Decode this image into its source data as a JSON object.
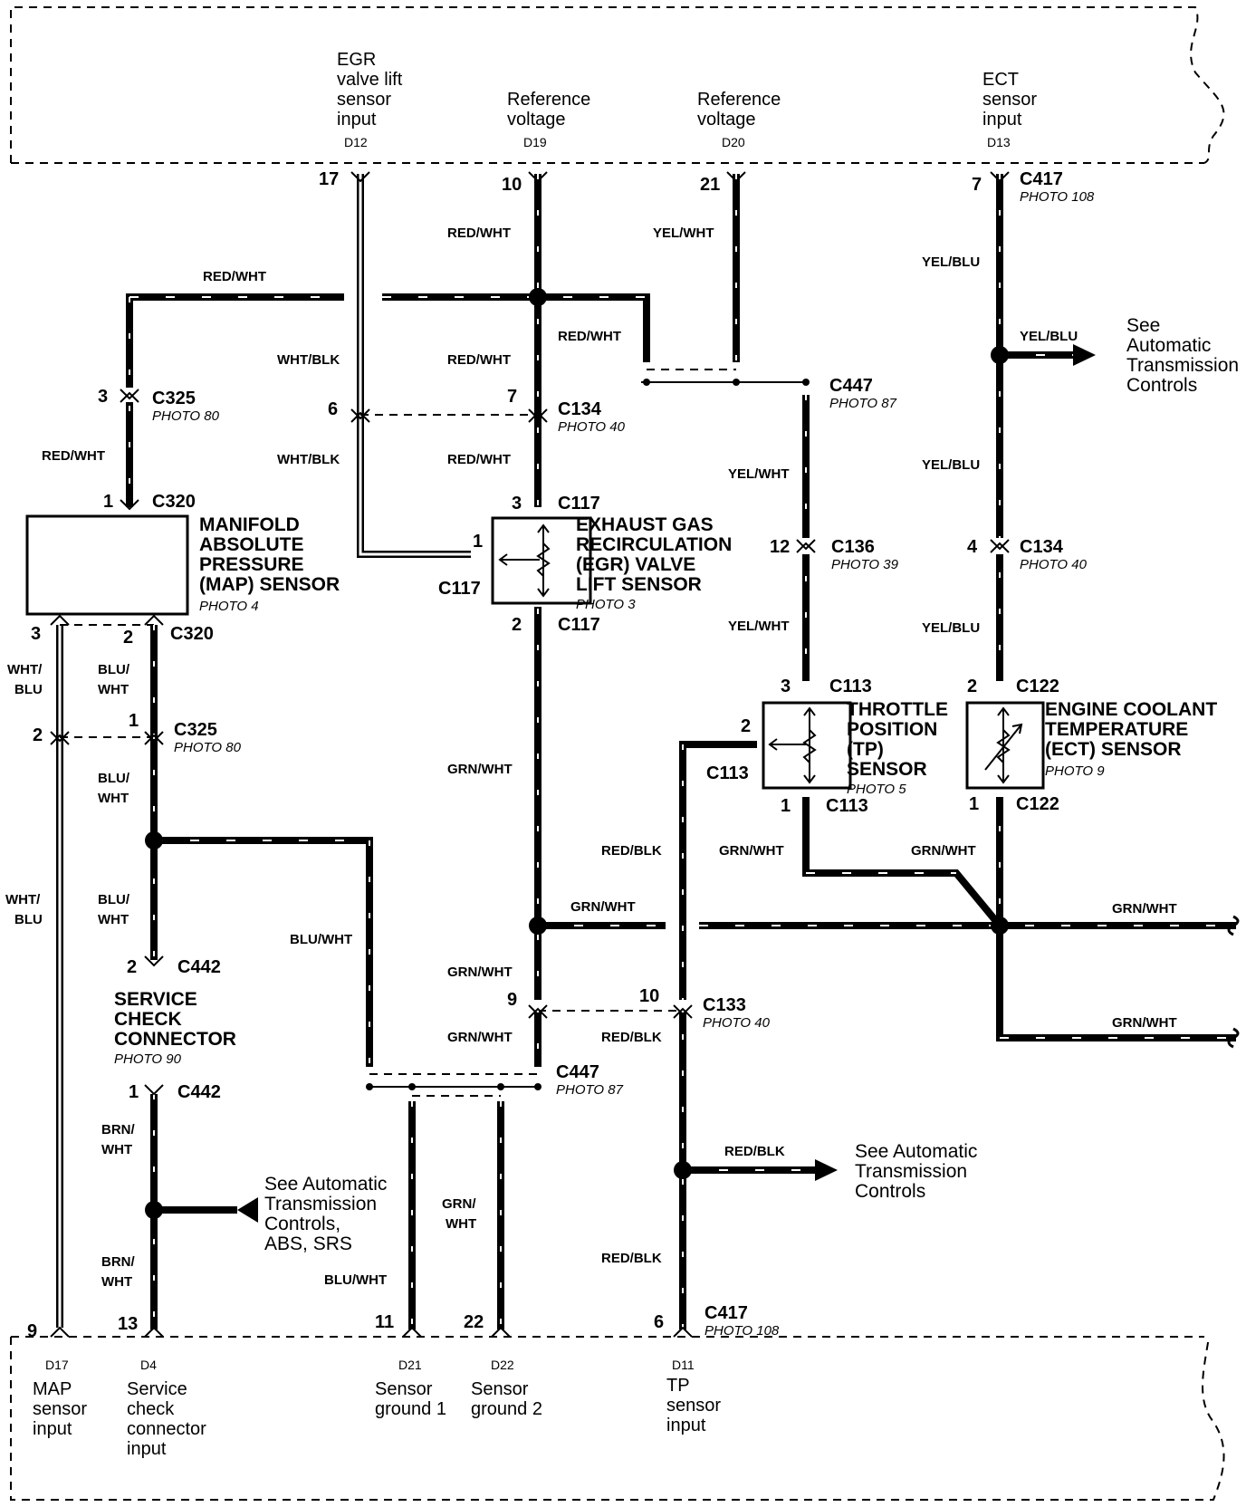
{
  "ecm_top": {
    "d12": {
      "label": [
        "EGR",
        "valve lift",
        "sensor",
        "input"
      ],
      "term": "D12"
    },
    "d19": {
      "label": [
        "Reference",
        "voltage"
      ],
      "term": "D19"
    },
    "d20": {
      "label": [
        "Reference",
        "voltage"
      ],
      "term": "D20"
    },
    "d13": {
      "label": [
        "ECT",
        "sensor",
        "input"
      ],
      "term": "D13"
    }
  },
  "ecm_bottom": {
    "d17": {
      "label": [
        "MAP",
        "sensor",
        "input"
      ],
      "term": "D17"
    },
    "d4": {
      "label": [
        "Service",
        "check",
        "connector",
        "input"
      ],
      "term": "D4"
    },
    "d21": {
      "label": [
        "Sensor",
        "ground 1"
      ],
      "term": "D21"
    },
    "d22": {
      "label": [
        "Sensor",
        "ground 2"
      ],
      "term": "D22"
    },
    "d11": {
      "label": [
        "TP",
        "sensor",
        "input"
      ],
      "term": "D11"
    }
  },
  "pins": {
    "p17": "17",
    "p10": "10",
    "p21": "21",
    "p7a": "7",
    "p3a": "3",
    "p6": "6",
    "p7b": "7",
    "p1a": "1",
    "p3b": "3",
    "p1b": "1",
    "p2a": "2",
    "p3c": "3",
    "p2b": "2",
    "p1c": "1",
    "p2c": "2",
    "p12": "12",
    "p4": "4",
    "p3d": "3",
    "p2d": "2",
    "p2e": "2",
    "p1d": "1",
    "p1e": "1",
    "p2f": "2",
    "p9a": "9",
    "p10b": "10",
    "p1f": "1",
    "p9b": "9",
    "p13": "13",
    "p11": "11",
    "p22": "22",
    "p6b": "6"
  },
  "connectors": {
    "c417a": {
      "name": "C417",
      "photo": "PHOTO 108"
    },
    "c325a": {
      "name": "C325",
      "photo": "PHOTO 80"
    },
    "c134a": {
      "name": "C134",
      "photo": "PHOTO 40"
    },
    "c447a": {
      "name": "C447",
      "photo": "PHOTO 87"
    },
    "c320a": {
      "name": "C320"
    },
    "c117a": {
      "name": "C117"
    },
    "c117b": {
      "name": "C117"
    },
    "c117c": {
      "name": "C117"
    },
    "c320b": {
      "name": "C320"
    },
    "c136": {
      "name": "C136",
      "photo": "PHOTO 39"
    },
    "c134b": {
      "name": "C134",
      "photo": "PHOTO 40"
    },
    "c325b": {
      "name": "C325",
      "photo": "PHOTO 80"
    },
    "c113a": {
      "name": "C113"
    },
    "c113b": {
      "name": "C113"
    },
    "c113c": {
      "name": "C113"
    },
    "c122a": {
      "name": "C122"
    },
    "c122b": {
      "name": "C122"
    },
    "c442a": {
      "name": "C442"
    },
    "c442b": {
      "name": "C442"
    },
    "c133": {
      "name": "C133",
      "photo": "PHOTO 40"
    },
    "c447b": {
      "name": "C447",
      "photo": "PHOTO 87"
    },
    "c417b": {
      "name": "C417",
      "photo": "PHOTO 108"
    }
  },
  "components": {
    "map": {
      "name": [
        "MANIFOLD",
        "ABSOLUTE",
        "PRESSURE",
        "(MAP) SENSOR"
      ],
      "photo": "PHOTO 4"
    },
    "egr": {
      "name": [
        "EXHAUST GAS",
        "RECIRCULATION",
        "(EGR) VALVE",
        "LIFT SENSOR"
      ],
      "photo": "PHOTO 3"
    },
    "tp": {
      "name": [
        "THROTTLE",
        "POSITION",
        "(TP)",
        "SENSOR"
      ],
      "photo": "PHOTO 5"
    },
    "ect": {
      "name": [
        "ENGINE COOLANT",
        "TEMPERATURE",
        "(ECT) SENSOR"
      ],
      "photo": "PHOTO 9"
    },
    "scc": {
      "name": [
        "SERVICE",
        "CHECK",
        "CONNECTOR"
      ],
      "photo": "PHOTO 90"
    }
  },
  "wires": {
    "w1": "RED/WHT",
    "w2": "YEL/WHT",
    "w3": "YEL/BLU",
    "w4": "RED/WHT",
    "w5": "YEL/BLU",
    "w6": "WHT/BLK",
    "w7": "RED/WHT",
    "w8": "RED/WHT",
    "w9": "RED/WHT",
    "w10": "WHT/BLK",
    "w11": "RED/WHT",
    "w12": "YEL/WHT",
    "w13": "YEL/BLU",
    "w14": "YEL/WHT",
    "w15": "YEL/BLU",
    "w16": [
      "WHT/",
      "BLU"
    ],
    "w17": [
      "BLU/",
      "WHT"
    ],
    "w18": [
      "BLU/",
      "WHT"
    ],
    "w19": "GRN/WHT",
    "w20": "RED/BLK",
    "w21": "GRN/WHT",
    "w22": "GRN/WHT",
    "w23": [
      "WHT/",
      "BLU"
    ],
    "w24": [
      "BLU/",
      "WHT"
    ],
    "w25": "GRN/WHT",
    "w26": "GRN/WHT",
    "w27": "BLU/WHT",
    "w28": "GRN/WHT",
    "w29": "GRN/WHT",
    "w30": "RED/BLK",
    "w31": "GRN/WHT",
    "w32": "RED/BLK",
    "w33": [
      "BRN/",
      "WHT"
    ],
    "w34": [
      "GRN/",
      "WHT"
    ],
    "w35": [
      "BRN/",
      "WHT"
    ],
    "w36": "BLU/WHT",
    "w37": "RED/BLK"
  },
  "notes": {
    "atc1": [
      "See",
      "Automatic",
      "Transmission",
      "Controls"
    ],
    "atc2": [
      "See Automatic",
      "Transmission",
      "Controls"
    ],
    "atc3": [
      "See Automatic",
      "Transmission",
      "Controls,",
      "ABS, SRS"
    ]
  }
}
